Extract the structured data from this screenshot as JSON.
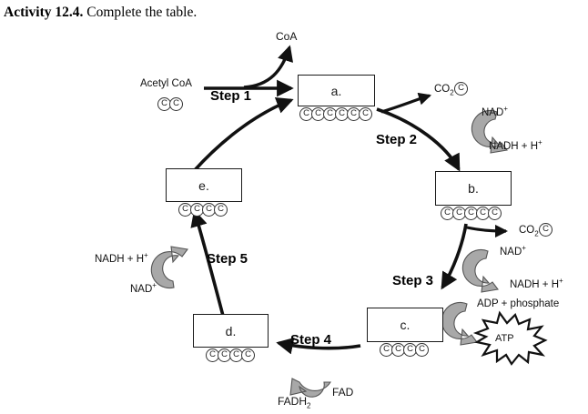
{
  "title": {
    "bold": "Activity 12.4.",
    "rest": " Complete the table."
  },
  "diagram": {
    "name": "krebs-cycle-citric-acid-cycle",
    "colors": {
      "stroke": "#1a1a1a",
      "cofactor_arrow_fill": "#a8a8a8",
      "cofactor_arrow_stroke": "#555555",
      "background": "#ffffff"
    },
    "inputs": {
      "acetyl_coa_label": "Acetyl CoA",
      "acetyl_coa_carbons": 2,
      "coa_label": "CoA"
    },
    "boxes": [
      {
        "id": "a",
        "label": "a.",
        "carbons": 6
      },
      {
        "id": "b",
        "label": "b.",
        "carbons": 5
      },
      {
        "id": "c",
        "label": "c.",
        "carbons": 4
      },
      {
        "id": "d",
        "label": "d.",
        "carbons": 4
      },
      {
        "id": "e",
        "label": "e.",
        "carbons": 4
      }
    ],
    "steps": [
      {
        "id": "step1",
        "label": "Step 1"
      },
      {
        "id": "step2",
        "label": "Step 2"
      },
      {
        "id": "step3",
        "label": "Step 3"
      },
      {
        "id": "step4",
        "label": "Step 4"
      },
      {
        "id": "step5",
        "label": "Step 5"
      }
    ],
    "cofactors": {
      "step2_nad_in": "NAD",
      "step2_nad_sup": "+",
      "step2_nadh_out": "NADH + H",
      "step2_nadh_sup": "+",
      "step3_nad_in": "NAD",
      "step3_nad_sup": "+",
      "step3_nadh_out": "NADH + H",
      "step3_nadh_sup": "+",
      "step3_adp_in": "ADP + phosphate",
      "step3_atp_out": "ATP",
      "step4_fad_in": "FAD",
      "step4_fadh2_out": "FADH",
      "step4_fadh2_sub": "2",
      "step5_nad_in": "NAD",
      "step5_nad_sup": "+",
      "step5_nadh_out": "NADH + H",
      "step5_nadh_sup": "+"
    },
    "byproducts": {
      "co2_step2": "CO",
      "co2_step2_sub": "2",
      "co2_step3": "CO",
      "co2_step3_sub": "2",
      "co2_carbon_glyph": "C"
    },
    "carbon_glyph": "C"
  }
}
